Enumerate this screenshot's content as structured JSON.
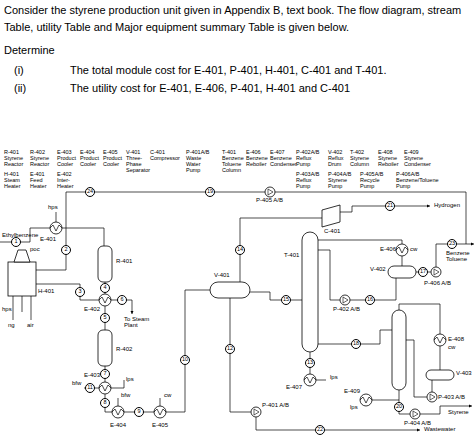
{
  "diagram": {
    "title": "Consider the styrene production unit given in Appendix B, text book. The flow diagram, stream Table, utility Table and Major equipment summary Table is given below.",
    "nodes": [
      {
        "text": [
          "24"
        ]
      },
      {
        "text": [
          "19"
        ]
      },
      {
        "text": [
          "21"
        ]
      },
      {
        "text": [
          "1"
        ]
      },
      {
        "text": [
          "23"
        ]
      },
      {
        "text": [
          "2"
        ]
      },
      {
        "text": [
          "14"
        ]
      },
      {
        "text": [
          "17"
        ]
      },
      {
        "text": [
          "4"
        ]
      },
      {
        "text": [
          "3"
        ]
      },
      {
        "text": [
          "6"
        ]
      },
      {
        "text": [
          "15"
        ]
      },
      {
        "text": [
          "16"
        ]
      },
      {
        "text": [
          "5"
        ]
      },
      {
        "text": [
          "18"
        ]
      },
      {
        "text": [
          "12"
        ]
      },
      {
        "text": [
          "10"
        ]
      },
      {
        "text": [
          "13"
        ]
      },
      {
        "text": [
          "7"
        ]
      },
      {
        "text": [
          "11"
        ]
      },
      {
        "text": [
          "8"
        ]
      },
      {
        "text": [
          "20"
        ]
      },
      {
        "text": [
          "9"
        ]
      },
      {
        "text": [
          "22"
        ]
      }
    ],
    "labels": [
      "Determine",
      "(i)",
      "The total module cost for E-401, P-401, H-401, C-401 and T-401.",
      "(ii)",
      "The utility cost for E-401, E-406, P-401, H-401 and C-401",
      "R-401",
      "Styrene Reactor",
      "R-402",
      "Styrene Reactor",
      "E-403",
      "Product Cooler",
      "E-404",
      "Product Cooler",
      "E-405",
      "Product Cooler",
      "V-401",
      "Three-Phase Separator",
      "C-401",
      "Compressor",
      "P-401A/B",
      "Waste Water Pump",
      "T-401",
      "Benzene Toluene Column",
      "E-406",
      "Benzene Reboiler",
      "E-407",
      "Benzene Condenser",
      "P-402A/B",
      "Reflux Pump",
      "V-402",
      "Reflux Drum",
      "T-402",
      "Styrene Column",
      "E-408",
      "Styrene Reboiler",
      "E-409",
      "Styrene Condenser",
      "H-401",
      "Steam Heater",
      "E-401",
      "Feed Heater",
      "E-402",
      "Inter-Heater",
      "P-403A/B",
      "Reflux Pump",
      "P-404A/B",
      "Styrene Pump",
      "P-405A/B",
      "Recycle Pump",
      "P-406A/B",
      "Benzene/Toluene Pump",
      "Ethylbenzene",
      "hps",
      "E-401",
      "poc",
      "H-401",
      "hps",
      "ng",
      "air",
      "R-401",
      "E-402",
      "To Steam Plant",
      "R-402",
      "V-401",
      "E-403",
      "bfw",
      "lps",
      "bfw",
      "cw",
      "E-404",
      "E-405",
      "P-405 A/B",
      "C-401",
      "Hydrogen",
      "T-401",
      "E-406",
      "cw",
      "V-402",
      "P-406 A/B",
      "Benzene Toluene",
      "P-402 A/B",
      "E-407",
      "lps",
      "E-408",
      "cw",
      "V-403",
      "P-403 A/B",
      "P-401 A/B",
      "E-409",
      "lps",
      "P-404 A/B",
      "Styrene",
      "Wastewater"
    ]
  }
}
